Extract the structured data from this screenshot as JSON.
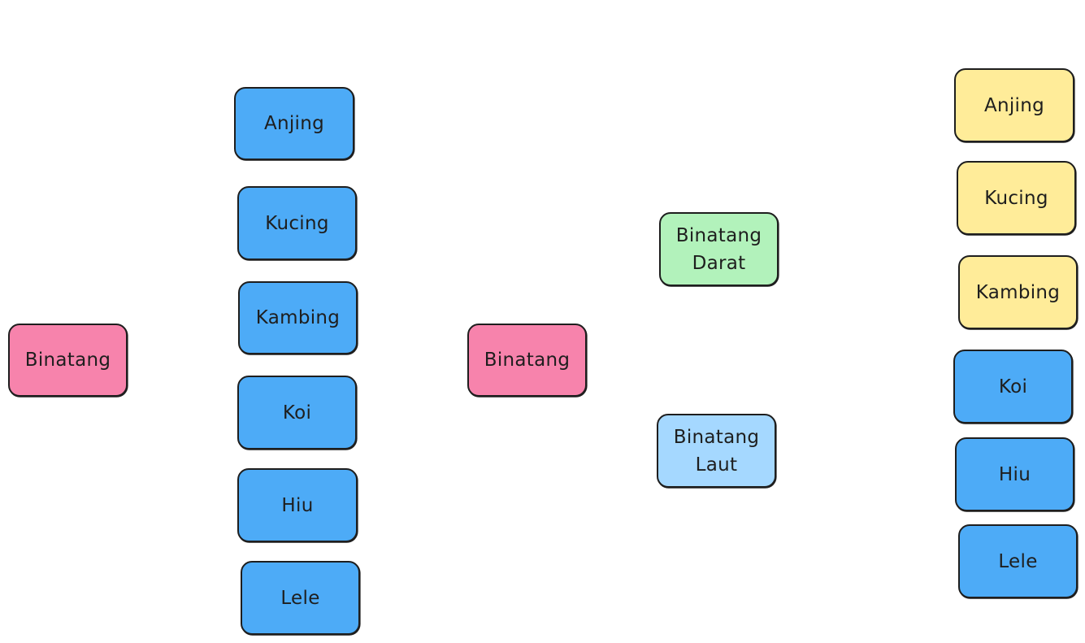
{
  "colors": {
    "pink": "#f783ac",
    "blue": "#4dabf7",
    "green": "#b2f2bb",
    "light_blue": "#a5d8ff",
    "yellow": "#ffec99",
    "stroke": "#1e1e1e"
  },
  "left_diagram": {
    "root": "Binatang",
    "items": [
      "Anjing",
      "Kucing",
      "Kambing",
      "Koi",
      "Hiu",
      "Lele"
    ]
  },
  "right_diagram": {
    "root": "Binatang",
    "groups": [
      {
        "label": "Binatang\nDarat",
        "items": [
          "Anjing",
          "Kucing",
          "Kambing"
        ]
      },
      {
        "label": "Binatang\nLaut",
        "items": [
          "Koi",
          "Hiu",
          "Lele"
        ]
      }
    ]
  }
}
